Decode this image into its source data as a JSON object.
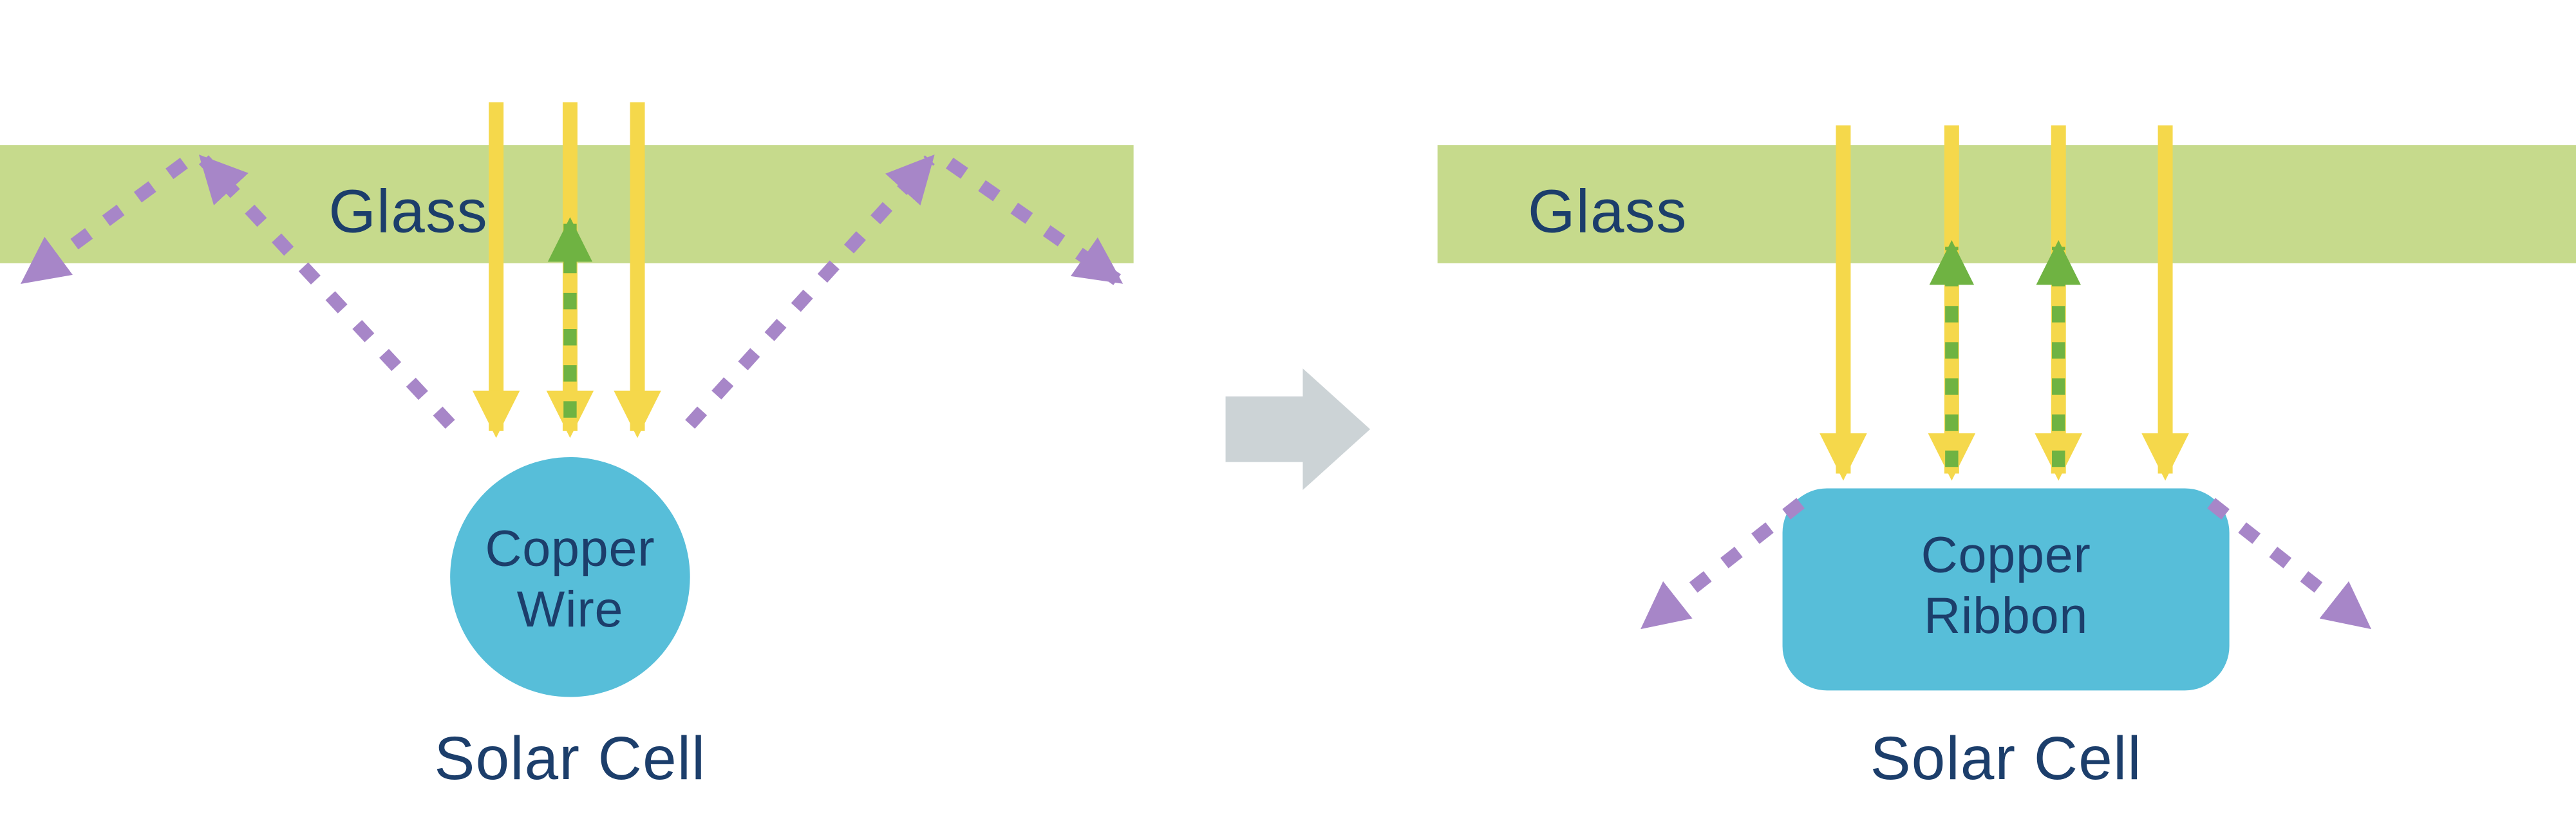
{
  "colors": {
    "glass": "#c6da8c",
    "sunlight": "#f5d84b",
    "reflected": "#6fb342",
    "scattered": "#a786c8",
    "conductor": "#57bed9",
    "ink": "#1c3e6b",
    "transition": "#ccd3d6"
  },
  "left_panel": {
    "glass_label": "Glass",
    "conductor": {
      "line1": "Copper",
      "line2": "Wire"
    },
    "cell_label": "Solar Cell"
  },
  "right_panel": {
    "glass_label": "Glass",
    "conductor": {
      "line1": "Copper",
      "line2": "Ribbon"
    },
    "cell_label": "Solar Cell"
  }
}
